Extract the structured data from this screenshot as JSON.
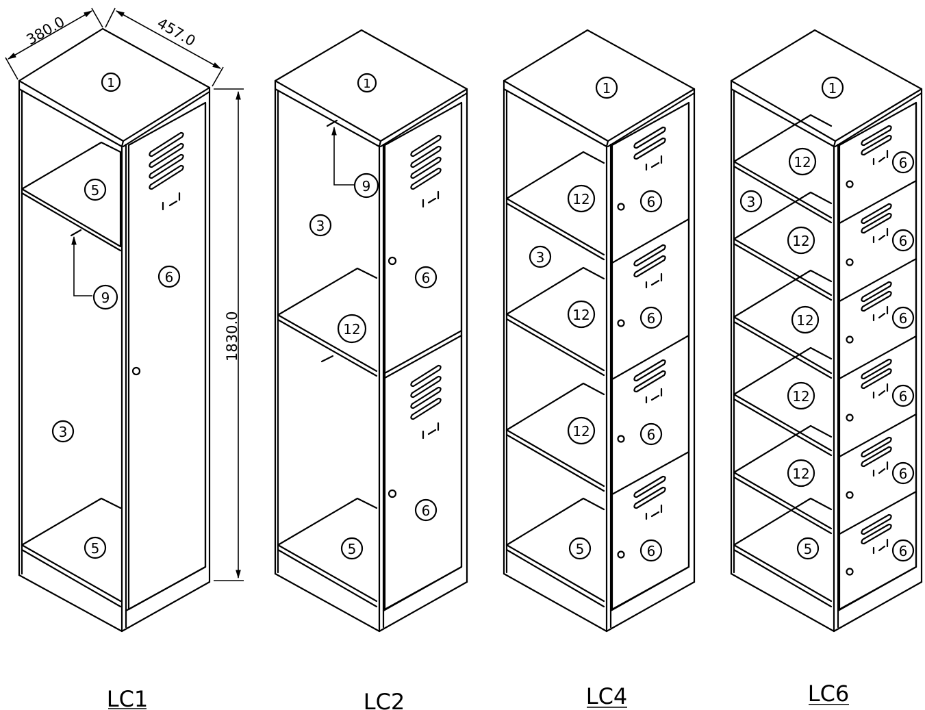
{
  "dimensions": {
    "depth": "380.0",
    "width": "457.0",
    "height": "1830.0"
  },
  "part_labels": {
    "top": "1",
    "side": "3",
    "shelf": "5",
    "door": "6",
    "hook": "9",
    "mid_shelf": "12"
  },
  "models": [
    {
      "name": "LC1",
      "underlined": true
    },
    {
      "name": "LC2",
      "underlined": false
    },
    {
      "name": "LC4",
      "underlined": true
    },
    {
      "name": "LC6",
      "underlined": true
    }
  ]
}
